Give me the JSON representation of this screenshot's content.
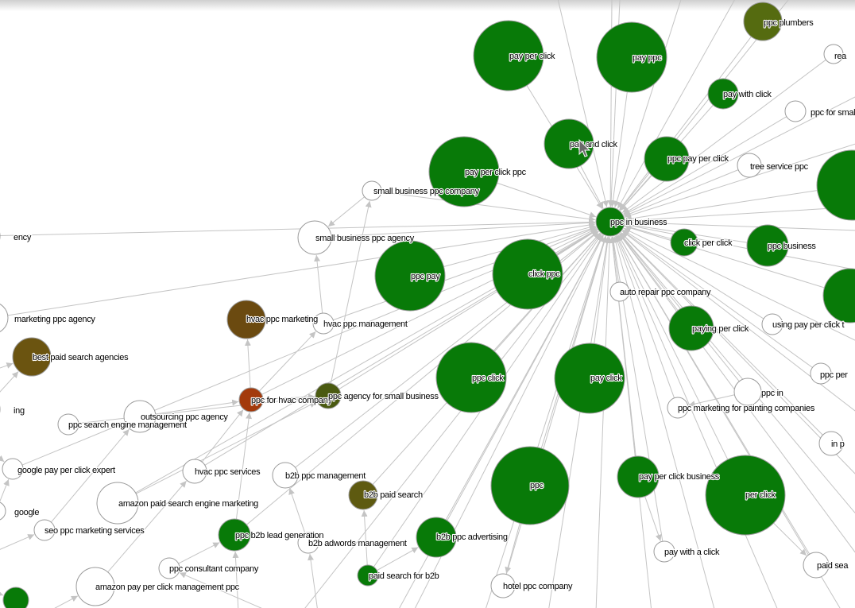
{
  "graph": {
    "colors": {
      "green": "#087a08",
      "olive_dark": "#556b10",
      "olive": "#5e5a10",
      "olive_mid": "#4a5a10",
      "brown_olive": "#6b5410",
      "brown": "#6b4a10",
      "rust": "#a33a0c",
      "white": "#ffffff",
      "edge": "#c4c4c4"
    },
    "hub": "ppc in business",
    "nodes": [
      {
        "id": "pay_per_click",
        "label": "pay per click",
        "color": "green"
      },
      {
        "id": "pay_ppc",
        "label": "pay ppc",
        "color": "green"
      },
      {
        "id": "ppc_plumbers",
        "label": "ppc plumbers",
        "color": "olive_dark"
      },
      {
        "id": "rea",
        "label": "rea",
        "color": "white"
      },
      {
        "id": "pay_with_click",
        "label": "pay with click",
        "color": "green"
      },
      {
        "id": "ppc_for_small_b",
        "label": "ppc for small b",
        "color": "white"
      },
      {
        "id": "pay_and_click",
        "label": "pay and click",
        "color": "green"
      },
      {
        "id": "ppc_pay_per_click",
        "label": "ppc pay per click",
        "color": "green"
      },
      {
        "id": "tree_service_ppc",
        "label": "tree service ppc",
        "color": "white"
      },
      {
        "id": "right_big_1",
        "label": "",
        "color": "green"
      },
      {
        "id": "pay_per_click_ppc",
        "label": "pay per click ppc",
        "color": "green"
      },
      {
        "id": "small_business_ppc_company",
        "label": "small business ppc company",
        "color": "white"
      },
      {
        "id": "ppc_in_business",
        "label": "ppc in business",
        "color": "green"
      },
      {
        "id": "ency",
        "label": "ency",
        "color": "white"
      },
      {
        "id": "small_business_ppc_agency",
        "label": "small business ppc agency",
        "color": "white"
      },
      {
        "id": "click_per_click",
        "label": "click per click",
        "color": "green"
      },
      {
        "id": "ppc_business",
        "label": "ppc business",
        "color": "green"
      },
      {
        "id": "ppc_pay",
        "label": "ppc pay",
        "color": "green"
      },
      {
        "id": "click_ppc",
        "label": "click ppc",
        "color": "green"
      },
      {
        "id": "auto_repair_ppc_company",
        "label": "auto repair ppc company",
        "color": "white"
      },
      {
        "id": "right_big_2",
        "label": "",
        "color": "green"
      },
      {
        "id": "marketing_ppc_agency",
        "label": "marketing ppc agency",
        "color": "white"
      },
      {
        "id": "hvac_ppc_marketing",
        "label": "hvac ppc marketing",
        "color": "brown"
      },
      {
        "id": "hvac_ppc_management",
        "label": "hvac ppc management",
        "color": "white"
      },
      {
        "id": "paying_per_click",
        "label": "paying per click",
        "color": "green"
      },
      {
        "id": "using_pay_per_click",
        "label": "using pay per click t",
        "color": "white"
      },
      {
        "id": "best_paid_search_agencies",
        "label": "best paid search agencies",
        "color": "brown_olive"
      },
      {
        "id": "ppc_per",
        "label": "ppc per",
        "color": "white"
      },
      {
        "id": "ppc_click",
        "label": "ppc click",
        "color": "green"
      },
      {
        "id": "pay_click",
        "label": "pay click",
        "color": "green"
      },
      {
        "id": "ppc_in",
        "label": "ppc in",
        "color": "white"
      },
      {
        "id": "ppc_for_hvac_company",
        "label": "ppc for hvac company",
        "color": "rust"
      },
      {
        "id": "ppc_agency_for_small_business",
        "label": "ppc agency for small business",
        "color": "olive_mid"
      },
      {
        "id": "ing",
        "label": "ing",
        "color": "white"
      },
      {
        "id": "outsourcing_ppc_agency",
        "label": "outsourcing ppc agency",
        "color": "white"
      },
      {
        "id": "ppc_search_engine_management",
        "label": "ppc search engine management",
        "color": "white"
      },
      {
        "id": "ppc_marketing_for_painting",
        "label": "ppc marketing for painting companies",
        "color": "white"
      },
      {
        "id": "in_p",
        "label": "in p",
        "color": "white"
      },
      {
        "id": "google_pay_per_click_expert",
        "label": "google pay per click expert",
        "color": "white"
      },
      {
        "id": "hvac_ppc_services",
        "label": "hvac ppc services",
        "color": "white"
      },
      {
        "id": "b2b_ppc_management",
        "label": "b2b ppc management",
        "color": "white"
      },
      {
        "id": "ppc",
        "label": "ppc",
        "color": "green"
      },
      {
        "id": "pay_per_click_business",
        "label": "pay per click business",
        "color": "green"
      },
      {
        "id": "per_click",
        "label": "per click",
        "color": "green"
      },
      {
        "id": "b2b_paid_search",
        "label": "b2b paid search",
        "color": "olive"
      },
      {
        "id": "google",
        "label": "google",
        "color": "white"
      },
      {
        "id": "amazon_paid_search_engine_marketing",
        "label": "amazon paid search engine marketing",
        "color": "white"
      },
      {
        "id": "seo_ppc_marketing_services",
        "label": "seo ppc marketing services",
        "color": "white"
      },
      {
        "id": "ppc_b2b_lead_generation",
        "label": "ppc b2b lead generation",
        "color": "green"
      },
      {
        "id": "b2b_adwords_management",
        "label": "b2b adwords management",
        "color": "white"
      },
      {
        "id": "b2b_ppc_advertising",
        "label": "b2b ppc advertising",
        "color": "green"
      },
      {
        "id": "pay_with_a_click",
        "label": "pay with a click",
        "color": "white"
      },
      {
        "id": "paid_sea",
        "label": "paid sea",
        "color": "white"
      },
      {
        "id": "ppc_consultant_company",
        "label": "ppc consultant company",
        "color": "white"
      },
      {
        "id": "paid_search_for_b2b",
        "label": "paid search for b2b",
        "color": "green"
      },
      {
        "id": "amazon_pay_per_click_management_ppc",
        "label": "amazon pay per click management ppc",
        "color": "white"
      },
      {
        "id": "hotel_ppc_company",
        "label": "hotel ppc company",
        "color": "white"
      },
      {
        "id": "bottom_left_green",
        "label": "",
        "color": "green"
      }
    ]
  }
}
